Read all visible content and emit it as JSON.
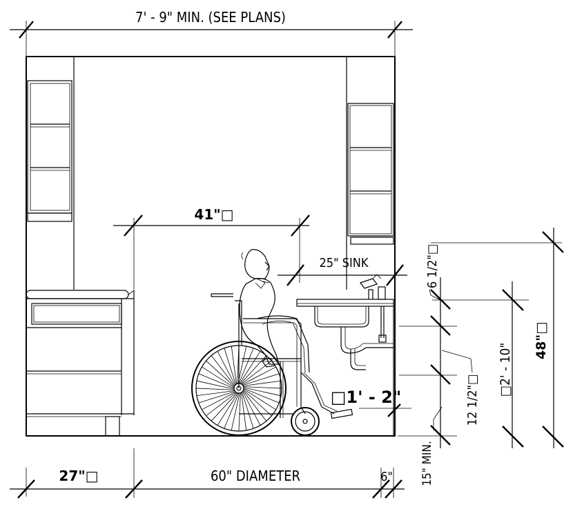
{
  "dimensions": {
    "overall_width": "7' - 9\" MIN. (SEE PLANS)",
    "reach_width": "41\"□",
    "sink_width": "25\" SINK",
    "bottom_left": "27\"□",
    "turning_diameter": "60\" DIAMETER",
    "bottom_right": "6\"",
    "sink_drop": "6 1/2\"□",
    "total_height": "48\"□",
    "apron_height": "□2' - 10\"",
    "knee_height": "12 1/2\"□",
    "toe_height": "□1' - 2\"",
    "toe_min": "15\" MIN."
  }
}
